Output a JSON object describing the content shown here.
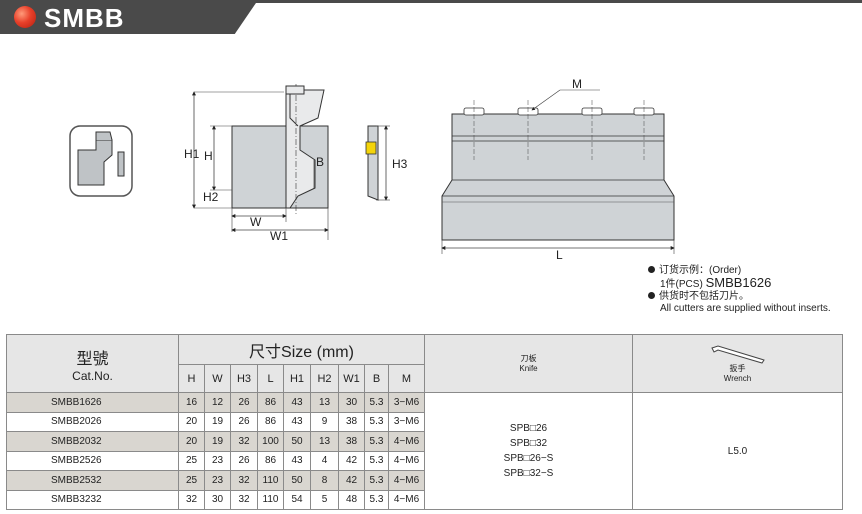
{
  "header": {
    "title": "SMBB"
  },
  "drawing": {
    "labels": {
      "H1": "H1",
      "H": "H",
      "H2": "H2",
      "B": "B",
      "W": "W",
      "W1": "W1",
      "H3": "H3",
      "M": "M",
      "L": "L"
    }
  },
  "notes": {
    "order_label": "订货示例：(Order)",
    "order_qty": "1件(PCS)",
    "order_model": "SMBB1626",
    "note_cn": "供货时不包括刀片。",
    "note_en": "All cutters are supplied without inserts."
  },
  "table": {
    "cat_cn": "型號",
    "cat_en": "Cat.No.",
    "size_header": "尺寸Size (mm)",
    "columns": [
      "H",
      "W",
      "H3",
      "L",
      "H1",
      "H2",
      "W1",
      "B",
      "M"
    ],
    "knife_cn": "刀板",
    "knife_en": "Knife",
    "wrench_cn": "扳手",
    "wrench_en": "Wrench",
    "rows": [
      {
        "model": "SMBB1626",
        "values": [
          "16",
          "12",
          "26",
          "86",
          "43",
          "13",
          "30",
          "5.3",
          "3−M6"
        ]
      },
      {
        "model": "SMBB2026",
        "values": [
          "20",
          "19",
          "26",
          "86",
          "43",
          "9",
          "38",
          "5.3",
          "3−M6"
        ]
      },
      {
        "model": "SMBB2032",
        "values": [
          "20",
          "19",
          "32",
          "100",
          "50",
          "13",
          "38",
          "5.3",
          "4−M6"
        ]
      },
      {
        "model": "SMBB2526",
        "values": [
          "25",
          "23",
          "26",
          "86",
          "43",
          "4",
          "42",
          "5.3",
          "4−M6"
        ]
      },
      {
        "model": "SMBB2532",
        "values": [
          "25",
          "23",
          "32",
          "110",
          "50",
          "8",
          "42",
          "5.3",
          "4−M6"
        ]
      },
      {
        "model": "SMBB3232",
        "values": [
          "32",
          "30",
          "32",
          "110",
          "54",
          "5",
          "48",
          "5.3",
          "4−M6"
        ]
      }
    ],
    "knife_list": [
      "SPB□26",
      "SPB□32",
      "SPB□26−S",
      "SPB□32−S"
    ],
    "wrench_value": "L5.0"
  }
}
